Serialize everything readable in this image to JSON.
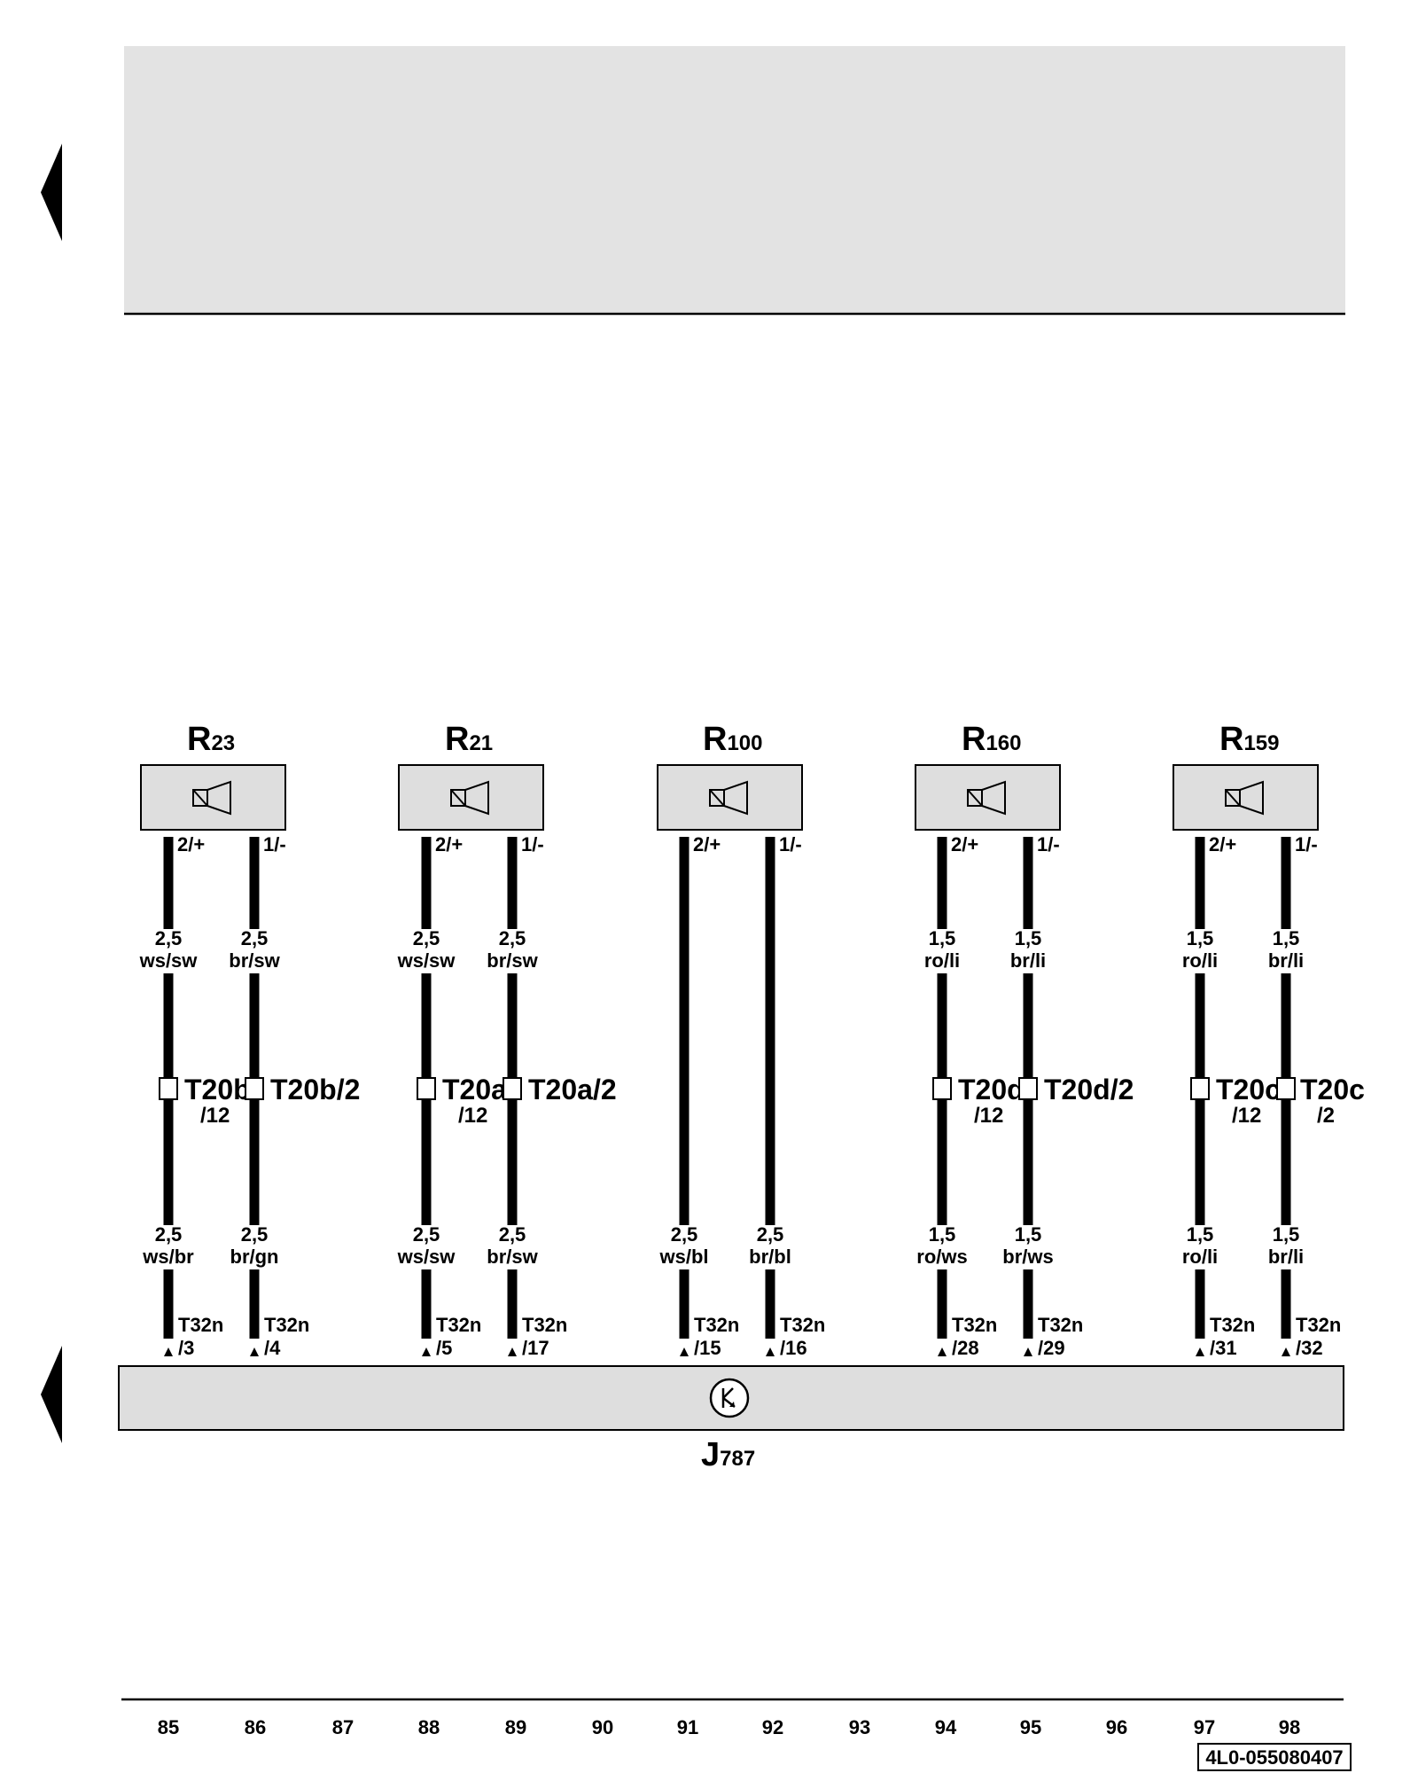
{
  "components": [
    {
      "id": "R",
      "sub": "23"
    },
    {
      "id": "R",
      "sub": "21"
    },
    {
      "id": "R",
      "sub": "100"
    },
    {
      "id": "R",
      "sub": "160"
    },
    {
      "id": "R",
      "sub": "159"
    }
  ],
  "speaker_pins": {
    "plus": "2/+",
    "minus": "1/-"
  },
  "wires": [
    {
      "upper_gauge": "2,5",
      "upper_color": "ws/sw",
      "conn_main": "T20b",
      "conn_sub": "/12",
      "lower_gauge": "2,5",
      "lower_color": "ws/br",
      "tpin_a": "T32n",
      "tpin_b": "/3"
    },
    {
      "upper_gauge": "2,5",
      "upper_color": "br/sw",
      "conn_main": "T20b/2",
      "conn_sub": "",
      "lower_gauge": "2,5",
      "lower_color": "br/gn",
      "tpin_a": "T32n",
      "tpin_b": "/4"
    },
    {
      "upper_gauge": "2,5",
      "upper_color": "ws/sw",
      "conn_main": "T20a",
      "conn_sub": "/12",
      "lower_gauge": "2,5",
      "lower_color": "ws/sw",
      "tpin_a": "T32n",
      "tpin_b": "/5"
    },
    {
      "upper_gauge": "2,5",
      "upper_color": "br/sw",
      "conn_main": "T20a/2",
      "conn_sub": "",
      "lower_gauge": "2,5",
      "lower_color": "br/sw",
      "tpin_a": "T32n",
      "tpin_b": "/17"
    },
    {
      "upper_gauge": "",
      "upper_color": "",
      "conn_main": "",
      "conn_sub": "",
      "lower_gauge": "2,5",
      "lower_color": "ws/bl",
      "tpin_a": "T32n",
      "tpin_b": "/15"
    },
    {
      "upper_gauge": "",
      "upper_color": "",
      "conn_main": "",
      "conn_sub": "",
      "lower_gauge": "2,5",
      "lower_color": "br/bl",
      "tpin_a": "T32n",
      "tpin_b": "/16"
    },
    {
      "upper_gauge": "1,5",
      "upper_color": "ro/li",
      "conn_main": "T20d",
      "conn_sub": "/12",
      "lower_gauge": "1,5",
      "lower_color": "ro/ws",
      "tpin_a": "T32n",
      "tpin_b": "/28"
    },
    {
      "upper_gauge": "1,5",
      "upper_color": "br/li",
      "conn_main": "T20d/2",
      "conn_sub": "",
      "lower_gauge": "1,5",
      "lower_color": "br/ws",
      "tpin_a": "T32n",
      "tpin_b": "/29"
    },
    {
      "upper_gauge": "1,5",
      "upper_color": "ro/li",
      "conn_main": "T20c",
      "conn_sub": "/12",
      "lower_gauge": "1,5",
      "lower_color": "ro/li",
      "tpin_a": "T32n",
      "tpin_b": "/31"
    },
    {
      "upper_gauge": "1,5",
      "upper_color": "br/li",
      "conn_main": "T20c",
      "conn_sub": "/2",
      "lower_gauge": "1,5",
      "lower_color": "br/li",
      "tpin_a": "T32n",
      "tpin_b": "/32"
    }
  ],
  "control_unit": {
    "id": "J",
    "sub": "787"
  },
  "columns": [
    "85",
    "86",
    "87",
    "88",
    "89",
    "90",
    "91",
    "92",
    "93",
    "94",
    "95",
    "96",
    "97",
    "98"
  ],
  "doc_id": "4L0-055080407",
  "colors": {
    "panel_fill": "#e3e3e3",
    "wire": "#000000",
    "box_fill": "#dedede"
  }
}
